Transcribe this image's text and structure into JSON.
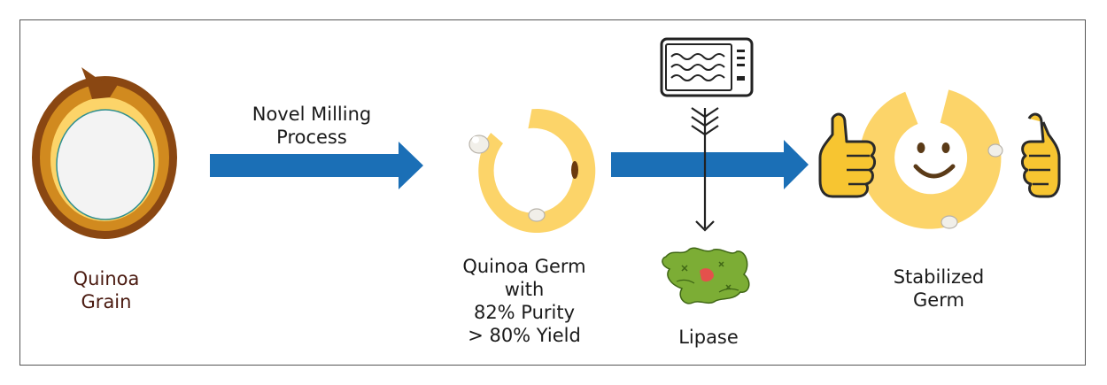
{
  "labels": {
    "grain": [
      "Quinoa",
      "Grain"
    ],
    "process": [
      "Novel Milling",
      "Process"
    ],
    "germ": [
      "Quinoa Germ",
      "with",
      "82% Purity",
      "> 80% Yield"
    ],
    "lipase": "Lipase",
    "stabilized": [
      "Stabilized",
      "Germ"
    ]
  },
  "icons": [
    "quinoa-grain-icon",
    "quinoa-germ-icon",
    "microwave-icon",
    "lipase-icon",
    "thumbs-up-icon",
    "smiley-germ-icon"
  ],
  "colors": {
    "arrow": "#1b6fb6",
    "germ": "#fcd469",
    "grain_coat": "#c97f17",
    "grain_coat_dark": "#7a3e10",
    "lipase": "#7cad35",
    "thumb": "#f7c531"
  }
}
